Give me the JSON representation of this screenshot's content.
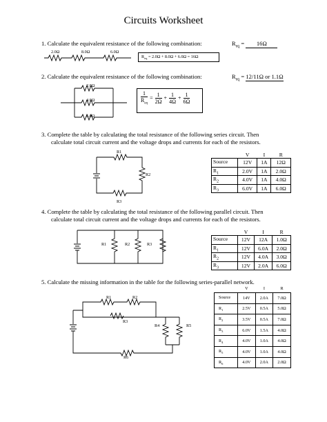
{
  "title": "Circuits Worksheet",
  "q1": {
    "text": "1.   Calculate the equivalent resistance of the following combination:",
    "answer_label": "R",
    "answer_sub": "eq",
    "answer_eq": " = ",
    "answer_value": "16Ω",
    "resistors": [
      "2.0Ω",
      "8.0Ω",
      "6.0Ω"
    ],
    "box": "R",
    "box_sub": "eq",
    "box_rest": " = 2.0Ω + 8.0Ω + 6.0Ω = 16Ω"
  },
  "q2": {
    "text": "2.   Calculate the equivalent resistance of the following combination:",
    "answer_label": "R",
    "answer_sub": "eq",
    "answer_eq": " = ",
    "answer_value": "12/11Ω or 1.1Ω",
    "resistors": [
      "2.0Ω",
      "4.0Ω",
      "6.0Ω"
    ],
    "formula": {
      "one": "1",
      "r": "R",
      "eq": "eq",
      "equals": "=",
      "plus": "+",
      "d1": "2Ω",
      "d2": "4Ω",
      "d3": "6Ω"
    }
  },
  "q3": {
    "line1": "3.   Complete the table by calculating the total resistance of the following series circuit.  Then",
    "line2": "calculate total circuit current and the voltage drops and currents for each of the resistors.",
    "labels": [
      "R1",
      "R2",
      "R3"
    ],
    "table": {
      "headers": [
        "V",
        "I",
        "R"
      ],
      "rows": [
        {
          "label": "Source",
          "sub": "",
          "v": "12V",
          "i": "1A",
          "r": "12Ω"
        },
        {
          "label": "R",
          "sub": "1",
          "v": "2.0V",
          "i": "1A",
          "r": "2.0Ω"
        },
        {
          "label": "R",
          "sub": "2",
          "v": "4.0V",
          "i": "1A",
          "r": "4.0Ω"
        },
        {
          "label": "R",
          "sub": "3",
          "v": "6.0V",
          "i": "1A",
          "r": "6.0Ω"
        }
      ]
    }
  },
  "q4": {
    "line1": "4.   Complete the table by calculating the total resistance of the following parallel circuit.  Then",
    "line2": "calculate total circuit current and the voltage drops and currents for each of the resistors.",
    "labels": [
      "R1",
      "R2",
      "R3"
    ],
    "table": {
      "headers": [
        "V",
        "I",
        "R"
      ],
      "rows": [
        {
          "label": "Source",
          "sub": "",
          "v": "12V",
          "i": "12A",
          "r": "1.0Ω"
        },
        {
          "label": "R",
          "sub": "1",
          "v": "12V",
          "i": "6.0A",
          "r": "2.0Ω"
        },
        {
          "label": "R",
          "sub": "2",
          "v": "12V",
          "i": "4.0A",
          "r": "3.0Ω"
        },
        {
          "label": "R",
          "sub": "3",
          "v": "12V",
          "i": "2.0A",
          "r": "6.0Ω"
        }
      ]
    }
  },
  "q5": {
    "text": "5.   Calculate the missing information in the table for the following series-parallel network.",
    "labels": [
      "R1",
      "R2",
      "R3",
      "R4",
      "R5",
      "R6"
    ],
    "table": {
      "headers": [
        "V",
        "I",
        "R"
      ],
      "rows": [
        {
          "label": "Source",
          "sub": "",
          "v": "14V",
          "i": "2.0A",
          "r": "7.0Ω"
        },
        {
          "label": "R",
          "sub": "1",
          "v": "2.5V",
          "i": "0.5A",
          "r": "5.0Ω"
        },
        {
          "label": "R",
          "sub": "2",
          "v": "3.5V",
          "i": "0.5A",
          "r": "7.0Ω"
        },
        {
          "label": "R",
          "sub": "3",
          "v": "6.0V",
          "i": "1.5A",
          "r": "4.0Ω"
        },
        {
          "label": "R",
          "sub": "4",
          "v": "4.0V",
          "i": "1.0A",
          "r": "4.0Ω"
        },
        {
          "label": "R",
          "sub": "5",
          "v": "4.0V",
          "i": "1.0A",
          "r": "4.0Ω"
        },
        {
          "label": "R",
          "sub": "6",
          "v": "4.0V",
          "i": "2.0A",
          "r": "2.0Ω"
        }
      ]
    }
  }
}
